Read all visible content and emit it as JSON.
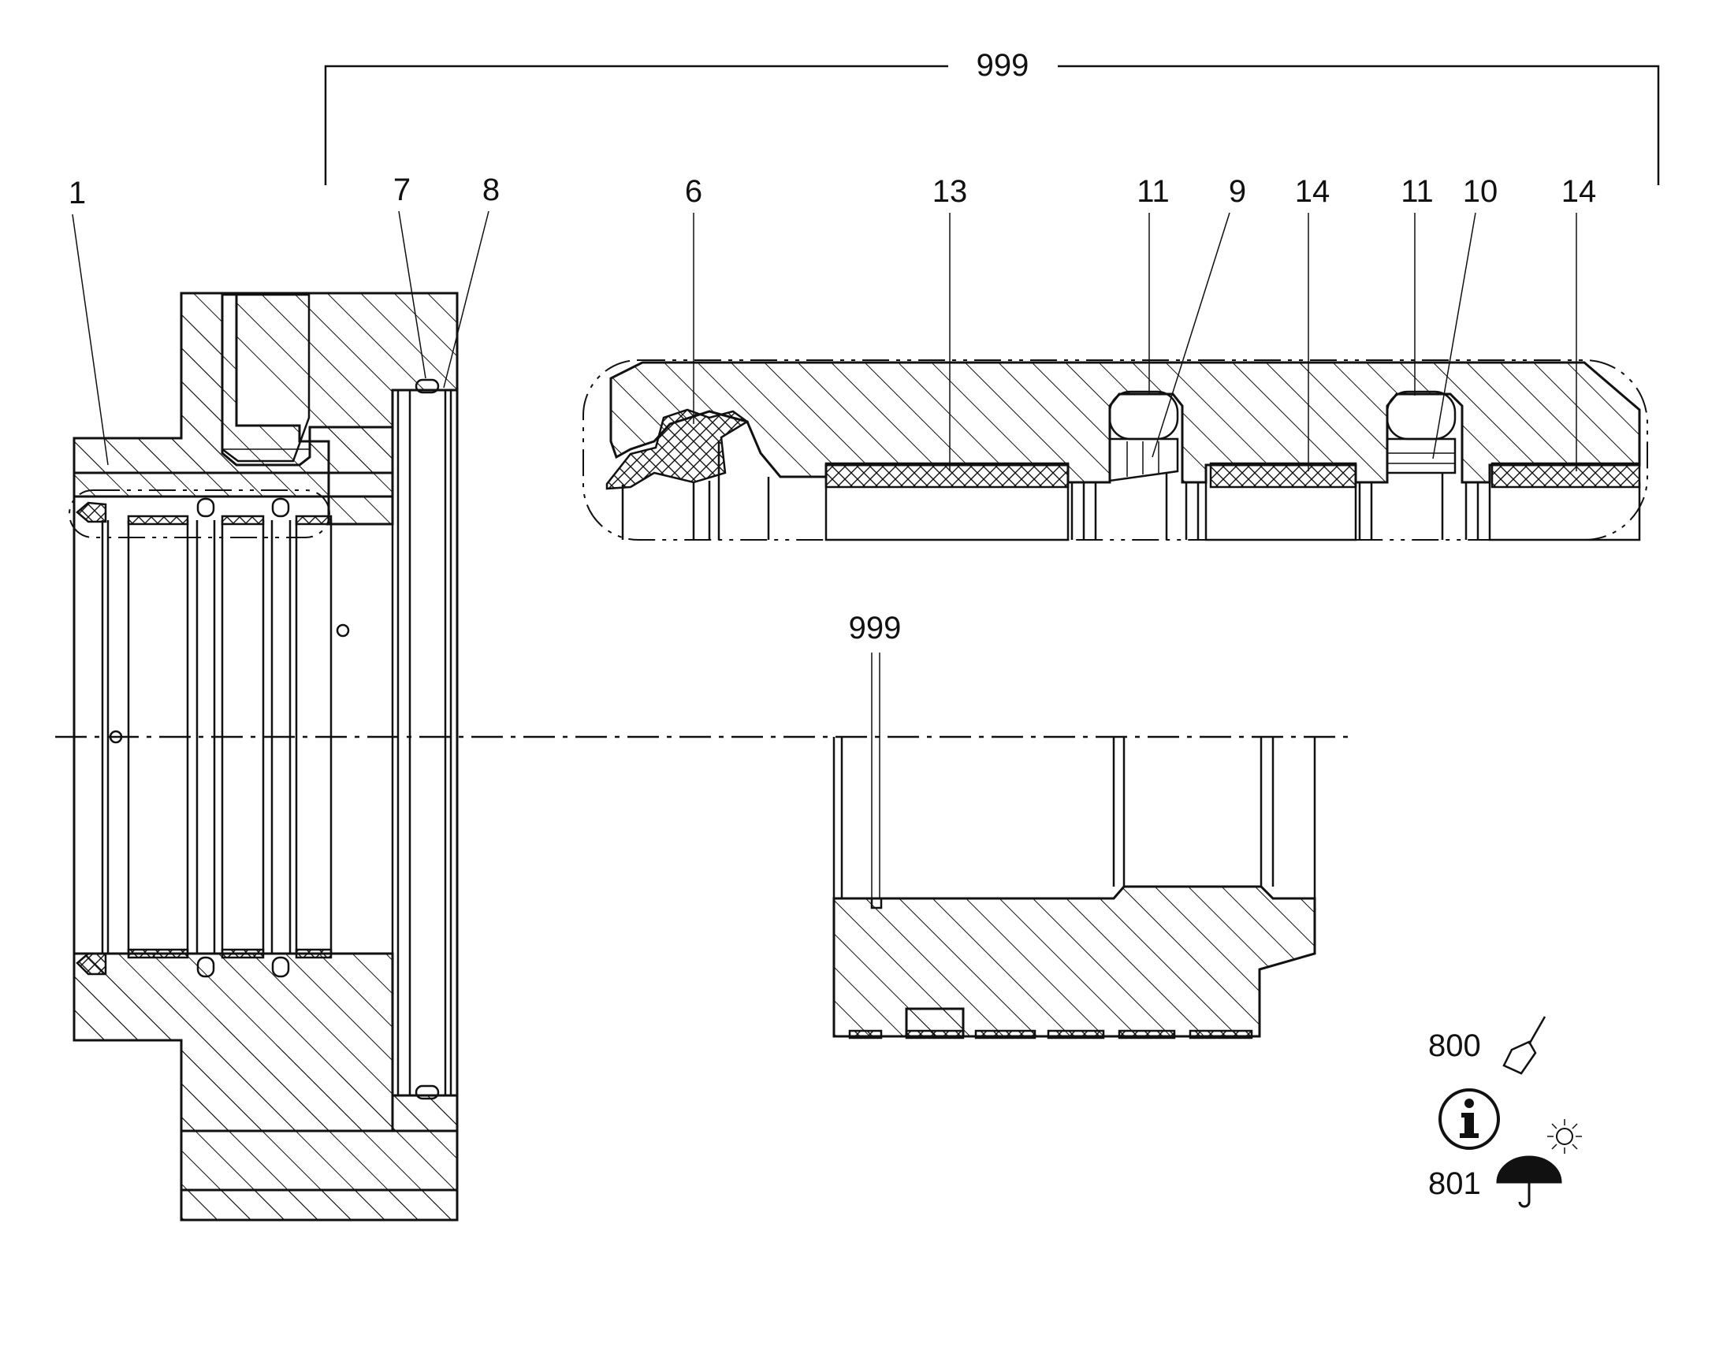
{
  "labels": {
    "assembly": "999",
    "seal_assembly": "999",
    "part_1": "1",
    "part_6": "6",
    "part_7": "7",
    "part_8": "8",
    "part_9": "9",
    "part_10": "10",
    "part_11a": "11",
    "part_11b": "11",
    "part_13": "13",
    "part_14a": "14",
    "part_14b": "14"
  },
  "legend": {
    "paint_code": "800",
    "storage_code": "801",
    "paint_icon": "paintbrush-icon",
    "info_icon": "info-icon",
    "sun_icon": "sun-icon",
    "umbrella_icon": "umbrella-icon"
  },
  "colors": {
    "ink": "#111111",
    "paper": "#ffffff"
  }
}
